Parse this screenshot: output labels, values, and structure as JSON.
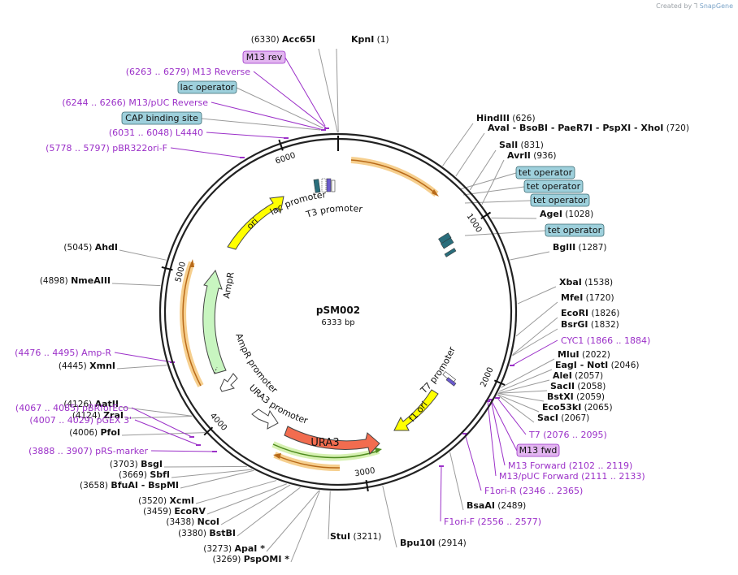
{
  "credit": {
    "prefix": "Created by",
    "brand": "SnapGene"
  },
  "plasmid": {
    "name": "pSM002",
    "length_label": "6333 bp",
    "length": 6333
  },
  "ticks": [
    "1000",
    "2000",
    "3000",
    "4000",
    "5000",
    "6000"
  ],
  "features": [
    {
      "id": "ura3",
      "label": "URA3",
      "kind": "gene"
    },
    {
      "id": "ampr",
      "label": "AmpR",
      "kind": "gene"
    },
    {
      "id": "ori",
      "label": "ori",
      "kind": "origin"
    },
    {
      "id": "f1ori",
      "label": "f1 ori",
      "kind": "origin"
    },
    {
      "id": "lac-promoter",
      "label": "lac promoter",
      "kind": "promoter"
    },
    {
      "id": "t3-promoter",
      "label": "T3 promoter",
      "kind": "promoter"
    },
    {
      "id": "t7-promoter",
      "label": "T7 promoter",
      "kind": "promoter"
    },
    {
      "id": "ampr-promoter",
      "label": "AmpR promoter",
      "kind": "promoter"
    },
    {
      "id": "ura3-promoter",
      "label": "URA3 promoter",
      "kind": "promoter"
    }
  ],
  "enzymes": [
    {
      "pos": "(6330)",
      "name": "Acc65I"
    },
    {
      "pos": "(1)",
      "name": "KpnI"
    },
    {
      "pos": "(626)",
      "name": "HindIII"
    },
    {
      "pos": "(720)",
      "name": "AvaI  - BsoBI  - PaeR7I  - PspXI  - XhoI"
    },
    {
      "pos": "(831)",
      "name": "SalI"
    },
    {
      "pos": "(936)",
      "name": "AvrII"
    },
    {
      "pos": "(1028)",
      "name": "AgeI"
    },
    {
      "pos": "(1287)",
      "name": "BglII"
    },
    {
      "pos": "(1538)",
      "name": "XbaI"
    },
    {
      "pos": "(1720)",
      "name": "MfeI"
    },
    {
      "pos": "(1826)",
      "name": "EcoRI"
    },
    {
      "pos": "(1832)",
      "name": "BsrGI"
    },
    {
      "pos": "(2022)",
      "name": "MluI"
    },
    {
      "pos": "(2046)",
      "name": "EagI  - NotI"
    },
    {
      "pos": "(2057)",
      "name": "AleI"
    },
    {
      "pos": "(2058)",
      "name": "SacII"
    },
    {
      "pos": "(2059)",
      "name": "BstXI"
    },
    {
      "pos": "(2065)",
      "name": "Eco53kI"
    },
    {
      "pos": "(2067)",
      "name": "SacI"
    },
    {
      "pos": "(2489)",
      "name": "BsaAI"
    },
    {
      "pos": "(2914)",
      "name": "Bpu10I"
    },
    {
      "pos": "(3211)",
      "name": "StuI"
    },
    {
      "pos": "(3269)",
      "name": "PspOMI *"
    },
    {
      "pos": "(3273)",
      "name": "ApaI *"
    },
    {
      "pos": "(3380)",
      "name": "BstBI"
    },
    {
      "pos": "(3438)",
      "name": "NcoI"
    },
    {
      "pos": "(3459)",
      "name": "EcoRV"
    },
    {
      "pos": "(3520)",
      "name": "XcmI"
    },
    {
      "pos": "(3658)",
      "name": "BfuAI  - BspMI"
    },
    {
      "pos": "(3669)",
      "name": "SbfI"
    },
    {
      "pos": "(3703)",
      "name": "BsgI"
    },
    {
      "pos": "(4006)",
      "name": "PfoI"
    },
    {
      "pos": "(4124)",
      "name": "ZraI"
    },
    {
      "pos": "(4126)",
      "name": "AatII"
    },
    {
      "pos": "(4445)",
      "name": "XmnI"
    },
    {
      "pos": "(4898)",
      "name": "NmeAIII"
    },
    {
      "pos": "(5045)",
      "name": "AhdI"
    }
  ],
  "primers": [
    {
      "label": "(6263 .. 6279)  M13 Reverse"
    },
    {
      "label": "(6244 .. 6266)  M13/pUC Reverse"
    },
    {
      "label": "(6031 .. 6048)  L4440"
    },
    {
      "label": "(5778 .. 5797)  pBR322ori-F"
    },
    {
      "label": "CYC1    (1866 .. 1884)"
    },
    {
      "label": "T7    (2076 .. 2095)"
    },
    {
      "label": "M13 Forward    (2102 .. 2119)"
    },
    {
      "label": "M13/pUC Forward    (2111 .. 2133)"
    },
    {
      "label": "F1ori-R    (2346 .. 2365)"
    },
    {
      "label": "F1ori-F    (2556 .. 2577)"
    },
    {
      "label": "(4476 .. 4495)  Amp-R"
    },
    {
      "label": "(4067 .. 4085)  pBRforEco"
    },
    {
      "label": "(4007 .. 4029)  pGEX 3'"
    },
    {
      "label": "(3888 .. 3907)  pRS-marker"
    }
  ],
  "boxes": [
    {
      "label": "M13 rev",
      "type": "primer"
    },
    {
      "label": "lac operator",
      "type": "operator"
    },
    {
      "label": "CAP binding site",
      "type": "operator"
    },
    {
      "label": "tet operator",
      "type": "operator"
    },
    {
      "label": "tet operator",
      "type": "operator"
    },
    {
      "label": "tet operator",
      "type": "operator"
    },
    {
      "label": "tet operator",
      "type": "operator"
    },
    {
      "label": "M13 fwd",
      "type": "primer"
    }
  ],
  "colors": {
    "backbone": "#222222",
    "enzyme_line": "#9a9a9a",
    "primer": "#9b30c8",
    "operator_box": "#9ed0dc",
    "primer_box": "#e2b5f0",
    "ura3": "#f26c4f",
    "ampr": "#c8f5c0",
    "ori": "#ffff00",
    "promoter": "#ffffff",
    "orf_highlight": "#f6cf8e",
    "orf_arrow": "#b86a1a"
  }
}
